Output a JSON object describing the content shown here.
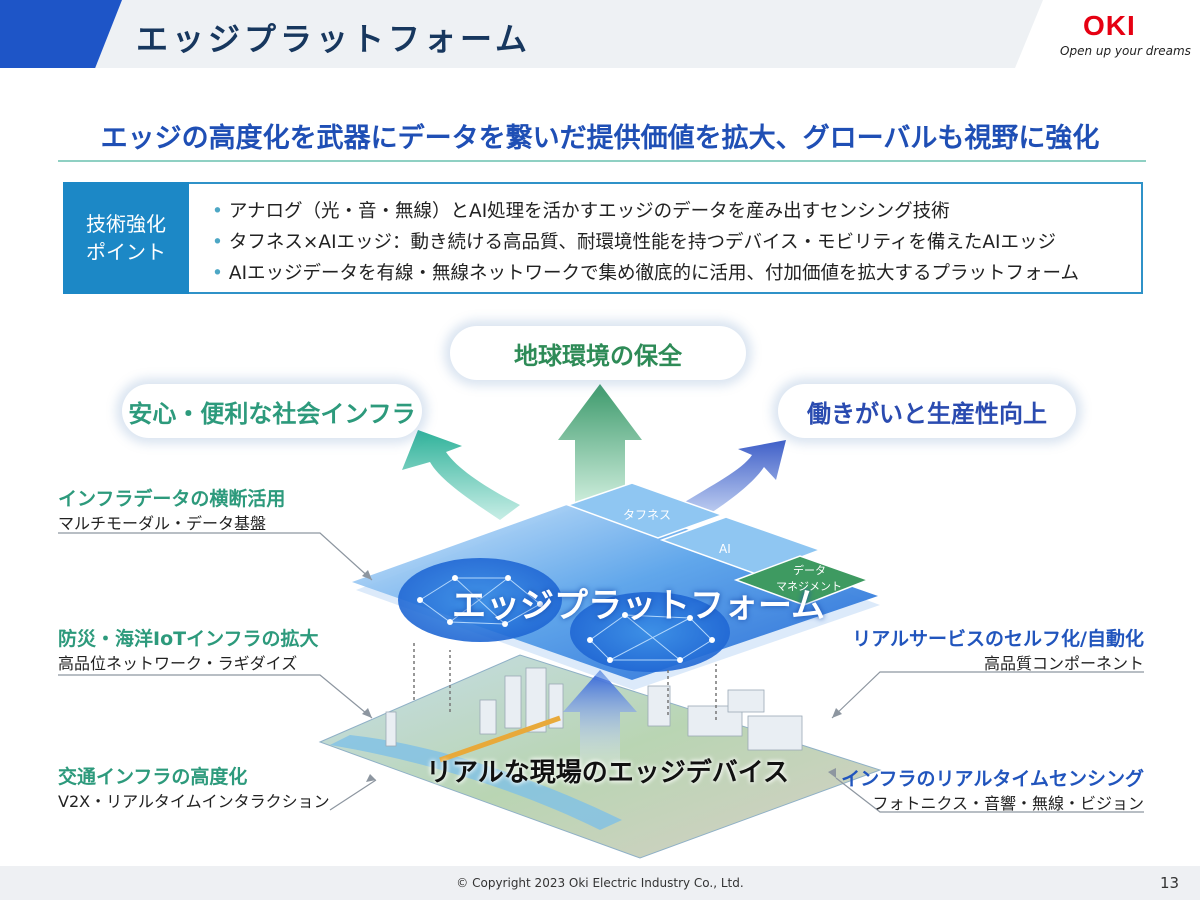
{
  "header": {
    "title": "エッジプラットフォーム"
  },
  "logo": {
    "name": "OKI",
    "tagline": "Open up your dreams"
  },
  "headline": "エッジの高度化を武器にデータを繋いだ提供価値を拡大、グローバルも視野に強化",
  "points": {
    "label_line1": "技術強化",
    "label_line2": "ポイント",
    "bullets": [
      "アナログ（光・音・無線）とAI処理を活かすエッジのデータを産み出すセンシング技術",
      "タフネス×AIエッジ：動き続ける高品質、耐環境性能を持つデバイス・モビリティを備えたAIエッジ",
      "AIエッジデータを有線・無線ネットワークで集め徹底的に活用、付加価値を拡大するプラットフォーム"
    ]
  },
  "values": {
    "top": "地球環境の保全",
    "left": "安心・便利な社会インフラ",
    "right": "働きがいと生産性向上"
  },
  "platform": {
    "name": "エッジプラットフォーム",
    "tiles": [
      "タフネス",
      "AI",
      "データ",
      "マネジメント"
    ],
    "device_layer": "リアルな現場のエッジデバイス"
  },
  "left_items": [
    {
      "title": "インフラデータの横断活用",
      "desc": "マルチモーダル・データ基盤"
    },
    {
      "title": "防災・海洋IoTインフラの拡大",
      "desc": "高品位ネットワーク・ラギダイズ"
    },
    {
      "title": "交通インフラの高度化",
      "desc": "V2X・リアルタイムインタラクション"
    }
  ],
  "right_items": [
    {
      "title": "リアルサービスのセルフ化/自動化",
      "desc": "高品質コンポーネント"
    },
    {
      "title": "インフラのリアルタイムセンシング",
      "desc": "フォトニクス・音響・無線・ビジョン"
    }
  ],
  "colors": {
    "accent_blue": "#1e55c7",
    "teal": "#2d9a7c",
    "logo_red": "#e60012"
  },
  "footer": {
    "copyright": "© Copyright 2023 Oki Electric Industry Co., Ltd.",
    "page": "13"
  }
}
